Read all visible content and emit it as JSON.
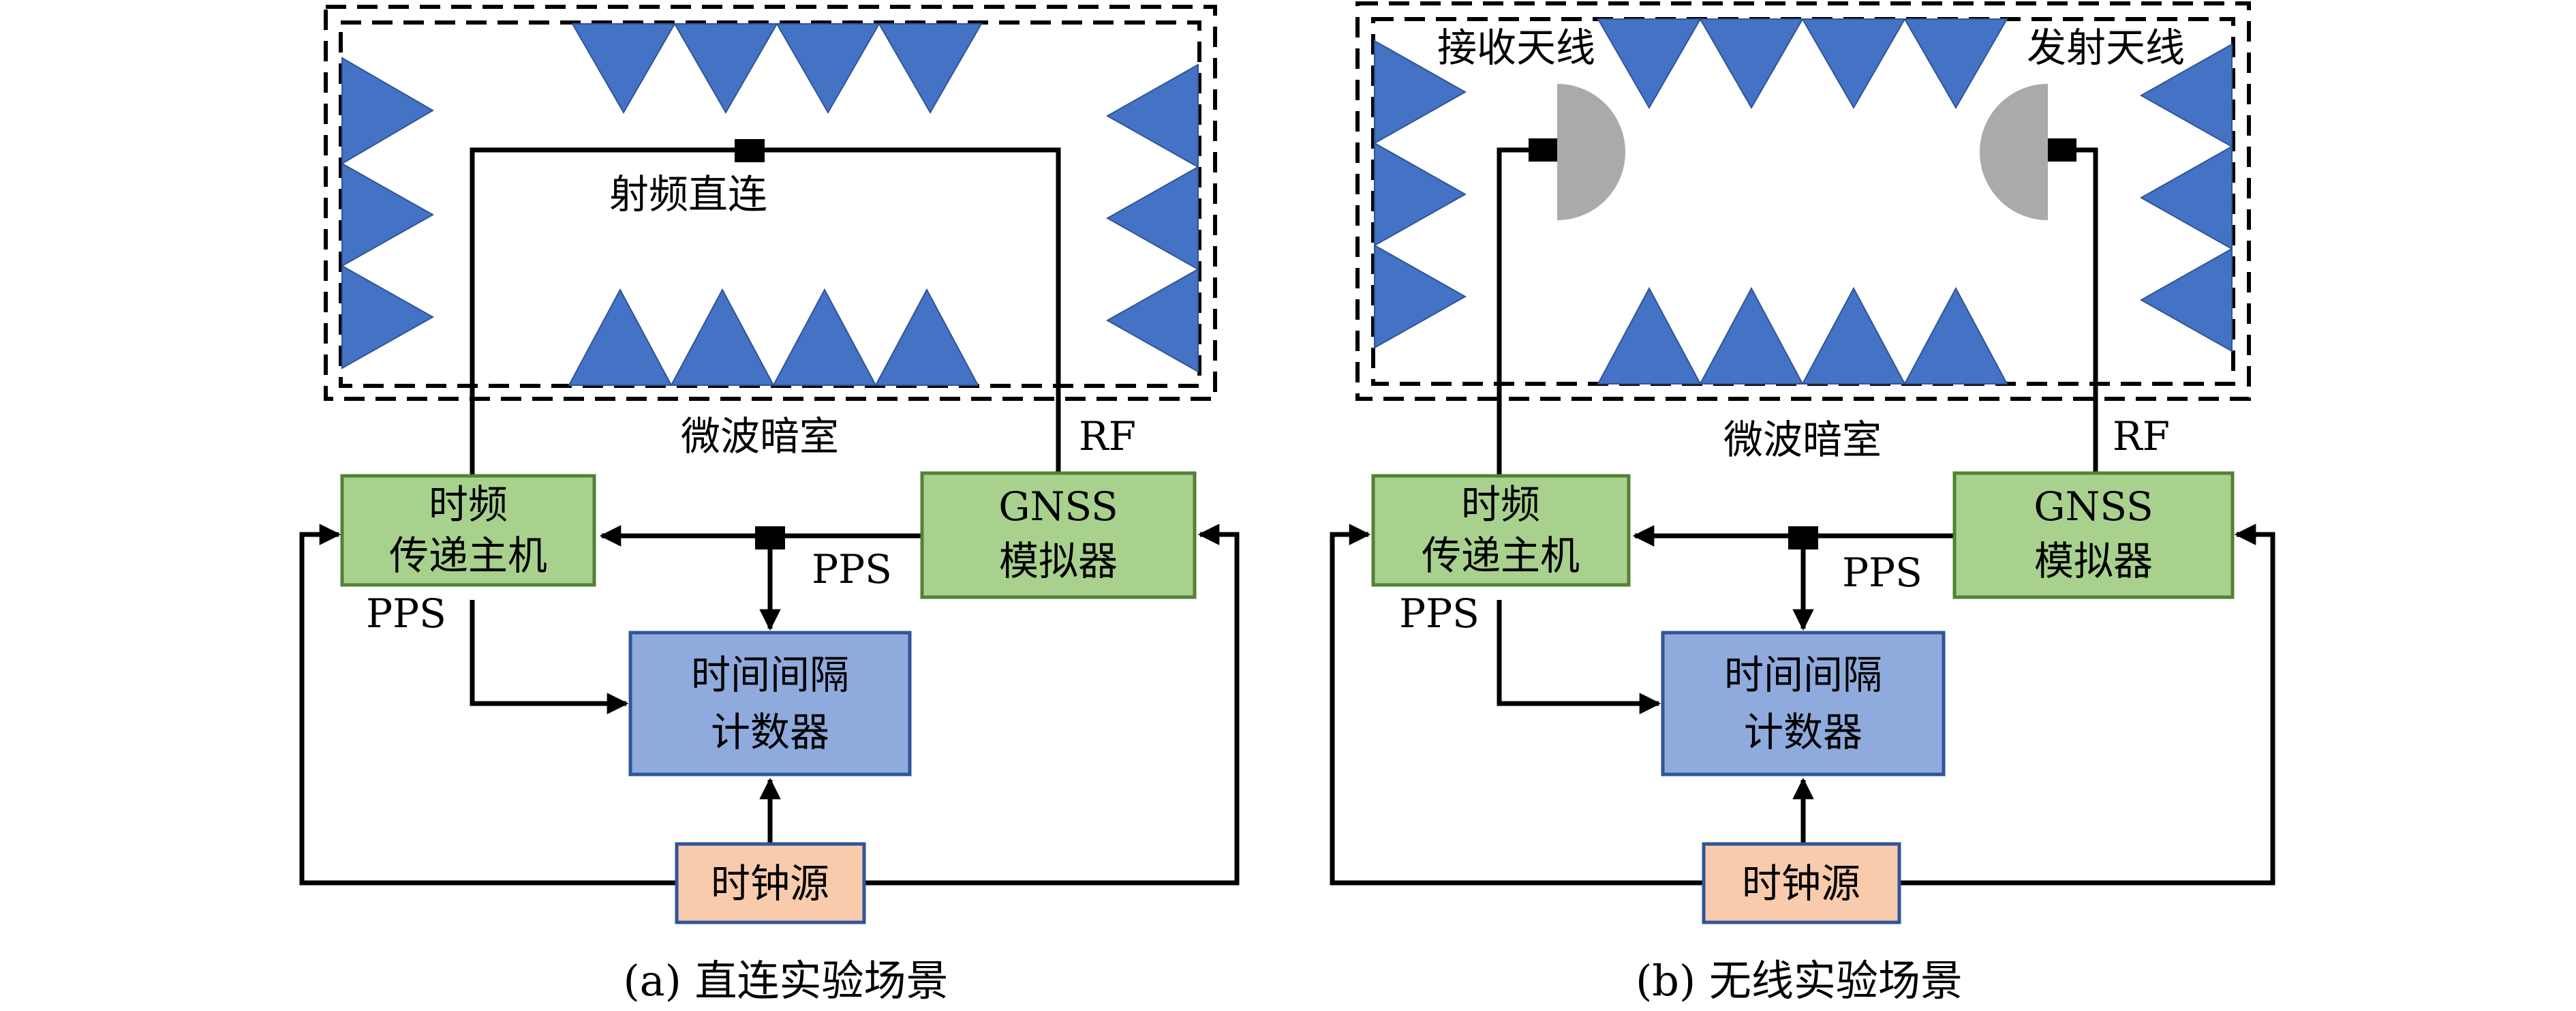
{
  "panel_a": {
    "chamber_label": "微波暗室",
    "rf_direct_label": "射频直连",
    "rf_label": "RF",
    "pps_label_right": "PPS",
    "pps_label_left": "PPS",
    "host_line1": "时频",
    "host_line2": "传递主机",
    "gnss_line1": "GNSS",
    "gnss_line2": "模拟器",
    "counter_line1": "时间间隔",
    "counter_line2": "计数器",
    "clock": "时钟源",
    "caption": "(a) 直连实验场景"
  },
  "panel_b": {
    "chamber_label": "微波暗室",
    "rx_antenna_label": "接收天线",
    "tx_antenna_label": "发射天线",
    "rf_label": "RF",
    "pps_label_right": "PPS",
    "pps_label_left": "PPS",
    "host_line1": "时频",
    "host_line2": "传递主机",
    "gnss_line1": "GNSS",
    "gnss_line2": "模拟器",
    "counter_line1": "时间间隔",
    "counter_line2": "计数器",
    "clock": "时钟源",
    "caption": "(b) 无线实验场景"
  },
  "colors": {
    "absorber": "#4472c4",
    "host_gnss_fill": "#a9d18e",
    "host_gnss_stroke": "#538135",
    "counter_fill": "#8faadc",
    "counter_stroke": "#2f5597",
    "clock_fill": "#f8cbad",
    "clock_stroke": "#2f5597",
    "antenna": "#aaaaaa"
  }
}
